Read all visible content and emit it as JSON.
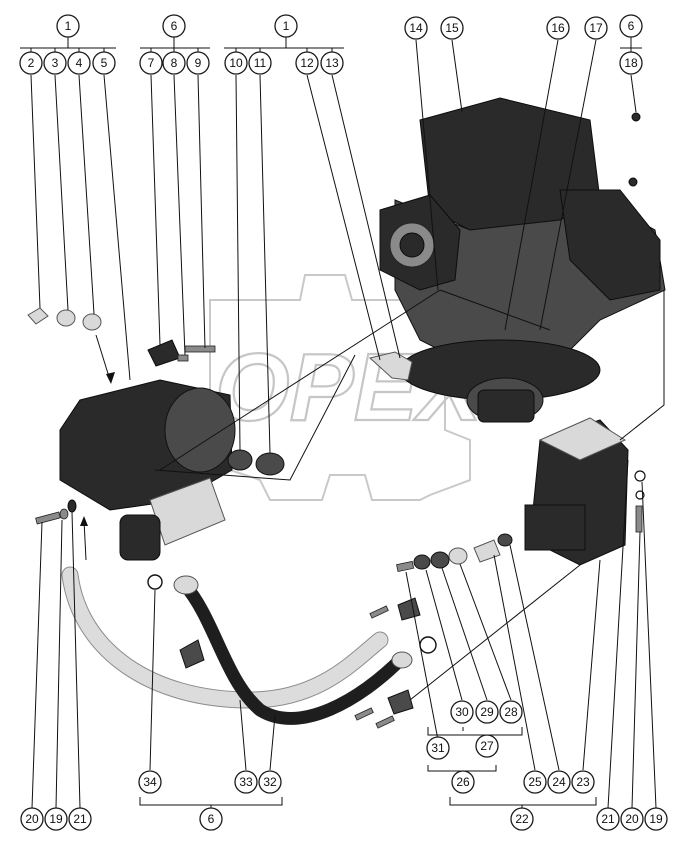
{
  "watermark": {
    "text": "OPEX"
  },
  "callouts": {
    "c1a": "1",
    "c2": "2",
    "c3": "3",
    "c4": "4",
    "c5": "5",
    "c6a": "6",
    "c7": "7",
    "c8": "8",
    "c9": "9",
    "c1b": "1",
    "c10": "10",
    "c11": "11",
    "c12": "12",
    "c13": "13",
    "c14": "14",
    "c15": "15",
    "c16": "16",
    "c17": "17",
    "c6b": "6",
    "c18": "18",
    "c20a": "20",
    "c19a": "19",
    "c21a": "21",
    "c34": "34",
    "c33": "33",
    "c32": "32",
    "c6c": "6",
    "c30": "30",
    "c29": "29",
    "c28": "28",
    "c27": "27",
    "c31": "31",
    "c26": "26",
    "c25": "25",
    "c24": "24",
    "c23": "23",
    "c22": "22",
    "c21b": "21",
    "c20b": "20",
    "c19b": "19"
  }
}
